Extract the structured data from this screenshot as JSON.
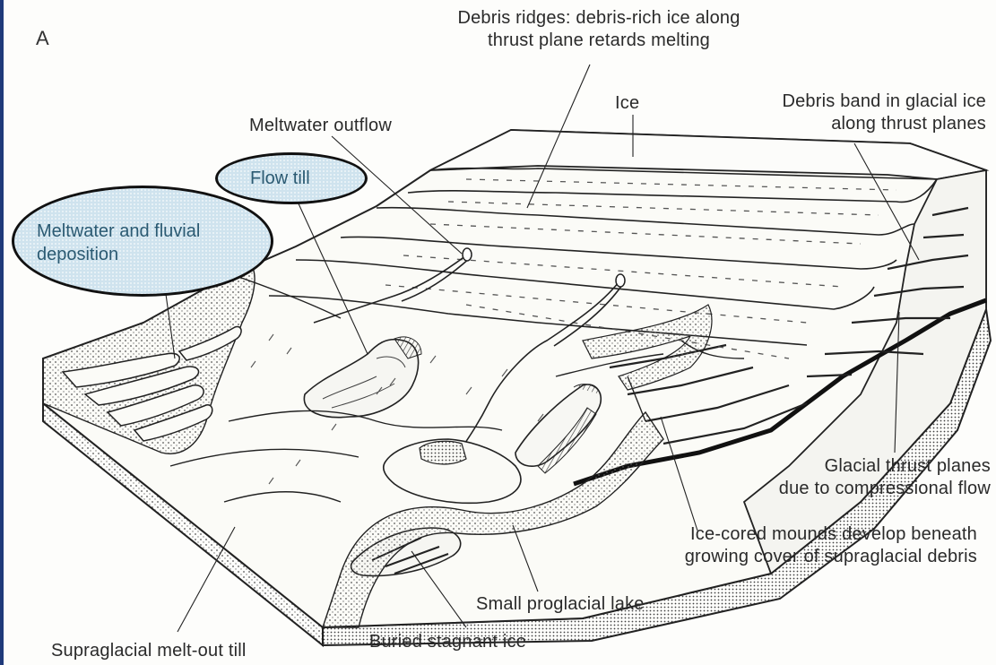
{
  "panel_letter": "A",
  "labels": {
    "debris_ridges": [
      "Debris ridges: debris-rich ice along",
      "thrust plane retards melting"
    ],
    "ice": "Ice",
    "debris_band": [
      "Debris band in glacial ice",
      "along thrust planes"
    ],
    "meltwater_outflow": "Meltwater outflow",
    "flow_till": "Flow till",
    "meltwater_fluvial": [
      "Meltwater and fluvial",
      "deposition"
    ],
    "glacial_thrust": [
      "Glacial thrust planes",
      "due to compressional flow"
    ],
    "ice_cored_mounds": [
      "Ice-cored mounds develop beneath",
      "growing cover of supraglacial debris"
    ],
    "small_lake": "Small proglacial lake",
    "buried_ice": "Buried stagnant ice",
    "supraglacial_till": "Supraglacial melt-out till"
  },
  "colors": {
    "highlight_fill": "#cfe3ee",
    "highlight_text": "#2b5a72",
    "ink": "#2a2a2a"
  }
}
